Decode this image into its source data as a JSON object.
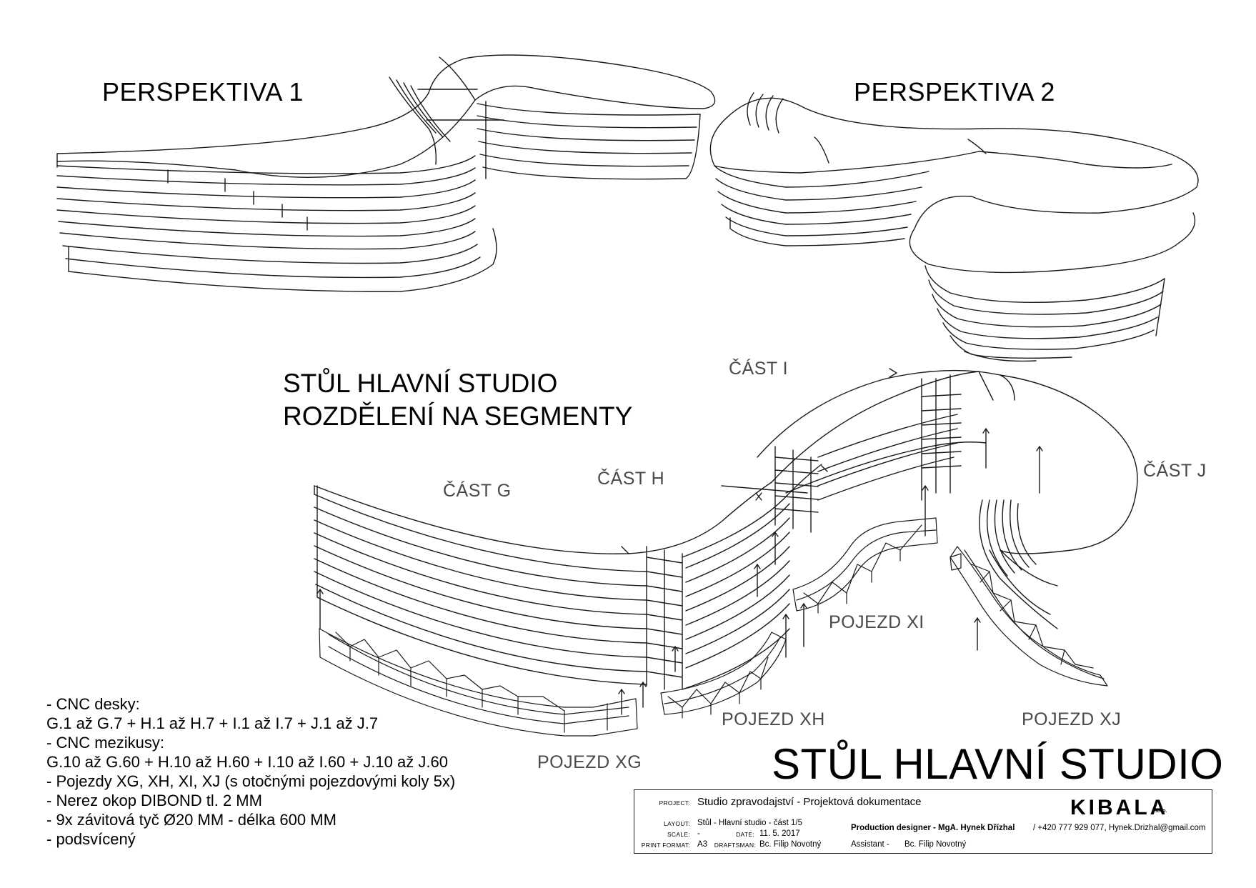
{
  "perspective_1": "PERSPEKTIVA 1",
  "perspective_2": "PERSPEKTIVA 2",
  "segments_heading": {
    "line1": "STŮL HLAVNÍ STUDIO",
    "line2": "ROZDĚLENÍ NA SEGMENTY"
  },
  "parts": {
    "g": "ČÁST G",
    "h": "ČÁST H",
    "i": "ČÁST I",
    "j": "ČÁST J"
  },
  "carriages": {
    "xg": "POJEZD XG",
    "xh": "POJEZD XH",
    "xi": "POJEZD XI",
    "xj": "POJEZD XJ"
  },
  "main_title": "STŮL HLAVNÍ STUDIO",
  "notes": [
    "- CNC desky:",
    "G.1 až G.7 + H.1 až H.7 + I.1 až I.7 + J.1 až J.7",
    "- CNC mezikusy:",
    "G.10 až G.60 + H.10 až H.60 + I.10 až I.60 + J.10 až J.60",
    "- Pojezdy XG, XH, XI, XJ (s otočnými pojezdovými koly 5x)",
    "- Nerez okop DIBOND tl. 2 MM",
    "- 9x závitová tyč Ø20 MM - délka 600 MM",
    "- podsvícený"
  ],
  "title_block": {
    "project_label": "PROJECT:",
    "project_value": "Studio zpravodajství - Projektová dokumentace",
    "layout_label": "LAYOUT:",
    "layout_value": "Stůl  - Hlavní studio - část 1/5",
    "scale_label": "SCALE:",
    "scale_value": "-",
    "date_label": "DATE:",
    "date_value": "11. 5. 2017",
    "print_format_label": "PRINT FORMAT:",
    "print_format_value": "A3",
    "draftsman_label": "DRAFTSMAN:",
    "draftsman_value": "Bc. Filip Novotný",
    "production_designer": "Production designer - MgA. Hynek Dřízhal",
    "contact": "/ +420 777 929 077,  Hynek.Drizhal@gmail.com",
    "assistant_label": "Assistant -",
    "assistant_value": "Bc. Filip Novotný",
    "logo_text": "KIBALA",
    "logo_suffix": "s.r.o."
  }
}
